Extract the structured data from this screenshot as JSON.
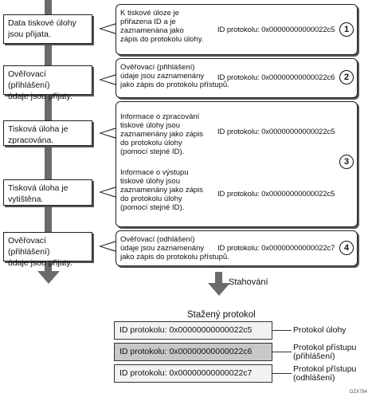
{
  "stages": [
    "Data tiskové úlohy\njsou přijata.",
    "Ověřovací (přihlášení)\núdaje jsou přijaty.",
    "Tisková úloha je\nzpracována.",
    "Tisková úloha je\nvytištěna.",
    "Ověřovací (přihlášení)\núdaje jsou přijaty."
  ],
  "cards": [
    {
      "number": "1",
      "notes": [
        "K tiskové úloze je\npřiřazena ID a je\nzaznamenána jako\nzápis do protokolu úlohy."
      ],
      "ids": [
        "ID protokolu: 0x00000000000022c5"
      ]
    },
    {
      "number": "2",
      "notes": [
        "Ověřovací (přihlášení)\núdaje jsou zaznamenány\njako zápis do protokolu přístupů."
      ],
      "ids": [
        "ID protokolu: 0x00000000000022c6"
      ]
    },
    {
      "number": "3",
      "notes": [
        "Informace o zpracování\ntiskové úlohy jsou\nzaznamenány jako zápis\ndo protokolu úlohy\n(pomocí stejné ID).",
        "Informace o výstupu\ntiskové úlohy jsou\nzaznamenány jako zápis\ndo protokolu úlohy\n(pomocí stejné ID)."
      ],
      "ids": [
        "ID protokolu: 0x00000000000022c5",
        "ID protokolu: 0x00000000000022c5"
      ]
    },
    {
      "number": "4",
      "notes": [
        "Ověřovací (odhlášení)\núdaje jsou zaznamenány\njako zápis do protokolu přístupů."
      ],
      "ids": [
        "ID protokolu: 0x00000000000022c7"
      ]
    }
  ],
  "download": {
    "label": "Stahování",
    "title": "Stažený protokol"
  },
  "log_rows": [
    {
      "id": "ID protokolu: 0x00000000000022c5",
      "label": "Protokol úlohy",
      "fill": "#f2f2f2"
    },
    {
      "id": "ID protokolu: 0x00000000000022c6",
      "label": "Protokol přístupu\n(přihlášení)",
      "fill": "#c8c8c8"
    },
    {
      "id": "ID protokolu: 0x00000000000022c7",
      "label": "Protokol přístupu\n(odhlášení)",
      "fill": "#f2f2f2"
    }
  ],
  "figure_code": "DZX784"
}
